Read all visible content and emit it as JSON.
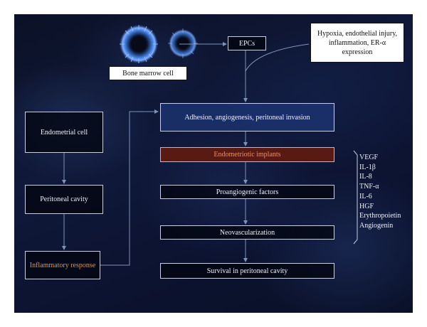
{
  "nodes": {
    "bone_marrow": "Bone marrow cell",
    "epcs": "EPCs",
    "hypoxia": "Hypoxia, endothelial injury, inflammation, ER-α expression",
    "adhesion": "Adhesion, angiogenesis, peritoneal invasion",
    "endometrial_cell": "Endometrial cell",
    "peritoneal_cavity": "Peritoneal cavity",
    "inflammatory_response": "Inflammatory response",
    "implants": "Endometriotic implants",
    "proangiogenic": "Proangiogenic factors",
    "neovascularization": "Neovascularization",
    "survival": "Survival in peritoneal cavity"
  },
  "factors": [
    "VEGF",
    "IL-1β",
    "IL-8",
    "TNF-α",
    "IL-6",
    "HGF",
    "Erythropoietin",
    "Angiogenin"
  ],
  "colors": {
    "background": "#0c1330",
    "box_border": "#c9cfdc",
    "adhesion_box": "#1c326e",
    "implants_box": "#5a1a14",
    "implants_text": "#f08f55",
    "inflammatory_text": "#e69142",
    "arrow": "#7d93b8"
  }
}
